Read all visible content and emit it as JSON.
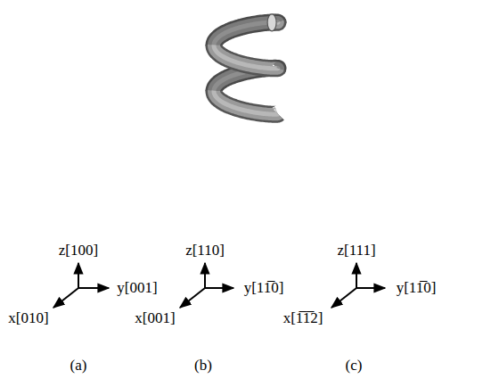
{
  "diagram": {
    "labels": [
      "z[100]",
      "y[001]",
      "x[010]",
      "z[110]",
      "y[11̅0]",
      "x[001]",
      "z[111]",
      "y[11̅0]",
      "x[1̅1̅2]",
      "(a)",
      "(b)",
      "(c)"
    ]
  }
}
